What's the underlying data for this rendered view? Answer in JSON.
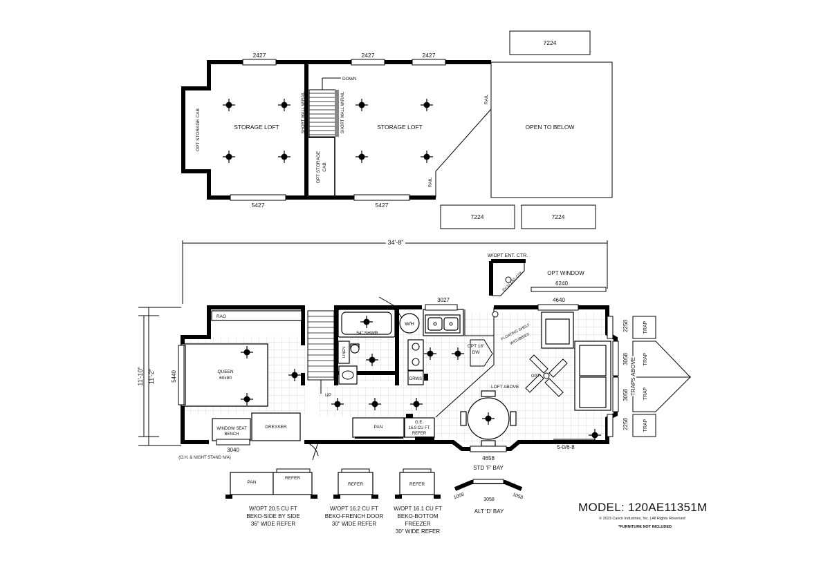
{
  "loft": {
    "storage_loft_left": "STORAGE LOFT",
    "storage_loft_right": "STORAGE LOFT",
    "open_to_below": "OPEN TO BELOW",
    "opt_storage_cab_left": "OPT STORAGE CAB",
    "opt_storage_cab_mid_line1": "OPT STORAGE",
    "opt_storage_cab_mid_line2": "CAB",
    "short_wall_1": "SHORT WALL W/RAIL",
    "short_wall_2": "SHORT WALL W/RAIL",
    "down": "DOWN",
    "rail_upper": "RAIL",
    "rail_lower": "RAIL",
    "window_top_1": "2427",
    "window_top_2": "2427",
    "window_top_3": "2427",
    "window_bottom_1": "5427",
    "window_bottom_2": "5427",
    "box_top": "7224",
    "box_bottom_1": "7224",
    "box_bottom_2": "7224"
  },
  "main": {
    "overall_length": "34'-8\"",
    "height_outer": "11'-10\"",
    "height_inner": "11'-2\"",
    "rag": "RAG",
    "queen_line1": "QUEEN",
    "queen_line2": "60x80",
    "window_5440": "5440",
    "window_seat_line1": "WINDOW SEAT",
    "window_seat_line2": "BENCH",
    "dresser": "DRESSER",
    "window_3040": "3040",
    "oh_note": "(O.H. & NIGHT STAND N/A)",
    "up": "UP",
    "shower": "54\" SHWR",
    "linen": "LINEN",
    "wh": "W/H",
    "drws": "DRWS",
    "window_3027": "3027",
    "opt_dw_line1": "OPT 18\"",
    "opt_dw_line2": "DW",
    "floating_shelf_line1": "FLOATING SHELF",
    "floating_shelf_line2": "W/CUBBIES",
    "loft_above": "LOFT ABOVE",
    "opt_fan": "OPT",
    "pan": "PAN",
    "refer_line1": "G.E.",
    "refer_line2": "16.9 CU FT",
    "refer_line3": "REFER",
    "window_4658": "4658",
    "std_bay": "STD 'F' BAY",
    "door_5068": "5-0/6-8",
    "window_4640": "4640",
    "window_2258_top": "2258",
    "window_3058_top": "3058",
    "window_3058_bottom": "3058",
    "window_2258_bottom": "2258",
    "traps_above": "TRAPS ABOVE",
    "trap_1": "TRAP",
    "trap_2": "TRAP",
    "trap_3": "TRAP",
    "trap_4": "TRAP",
    "opt_ent_ctr": "W/OPT ENT. CTR.",
    "ent_ctr_label": "EV-10 ENT. CTR.",
    "opt_window": "OPT WINDOW",
    "window_6240": "6240"
  },
  "options": {
    "side_by_side": {
      "pan": "PAN",
      "refer": "REFER",
      "line1": "W/OPT 20.5 CU FT",
      "line2": "BEKO-SIDE BY SIDE",
      "line3": "36\" WIDE REFER"
    },
    "french_door": {
      "refer": "REFER",
      "line1": "W/OPT 16.2 CU FT",
      "line2": "BEKO-FRENCH DOOR",
      "line3": "30\" WIDE REFER"
    },
    "bottom_freezer": {
      "refer": "REFER",
      "line1": "W/OPT 16.1 CU FT",
      "line2": "BEKO-BOTTOM",
      "line3": "FREEZER",
      "line4": "30\" WIDE REFER"
    },
    "alt_bay": {
      "left": "1058",
      "center": "3058",
      "right": "1058",
      "label": "ALT 'D' BAY"
    }
  },
  "footer": {
    "model": "MODEL: 120AE11351M",
    "copyright": "© 2023 Cavco Industries, Inc. | All Rights Reserved",
    "note": "*FURNITURE NOT INCLUDED"
  }
}
